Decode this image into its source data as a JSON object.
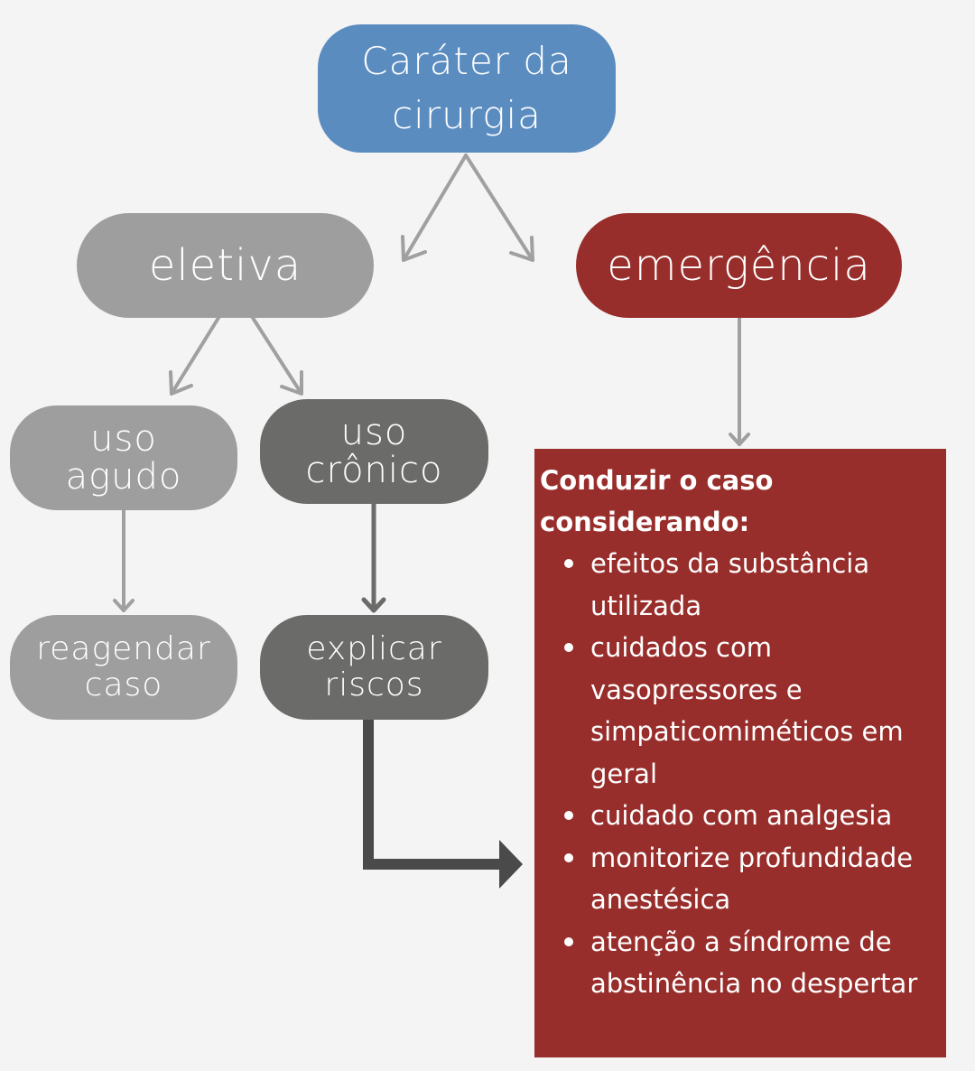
{
  "root": {
    "line1": "Caráter da",
    "line2": "cirurgia"
  },
  "branches": {
    "eletiva": "eletiva",
    "emergencia": "emergência"
  },
  "eletiva_children": {
    "uso_agudo": {
      "line1": "uso",
      "line2": "agudo"
    },
    "uso_cronico": {
      "line1": "uso",
      "line2": "crônico"
    }
  },
  "outcomes": {
    "reagendar": {
      "line1": "reagendar",
      "line2": "caso"
    },
    "explicar": {
      "line1": "explicar",
      "line2": "riscos"
    }
  },
  "panel": {
    "title_line1": "Conduzir o caso",
    "title_line2": "considerando:",
    "items": [
      "efeitos da substância utilizada",
      "cuidados com vasopressores e simpaticomiméticos em geral",
      "cuidado com analgesia",
      "monitorize profundidade anestésica",
      "atenção a síndrome de abstinência no despertar"
    ]
  },
  "colors": {
    "background": "#f4f4f4",
    "root": "#5b8cc0",
    "light_gray": "#9e9e9e",
    "dark_gray": "#6b6b69",
    "emergency_red": "#982e2b",
    "connector_gray": "#9e9e9e",
    "connector_dark": "#4a4a4a"
  }
}
